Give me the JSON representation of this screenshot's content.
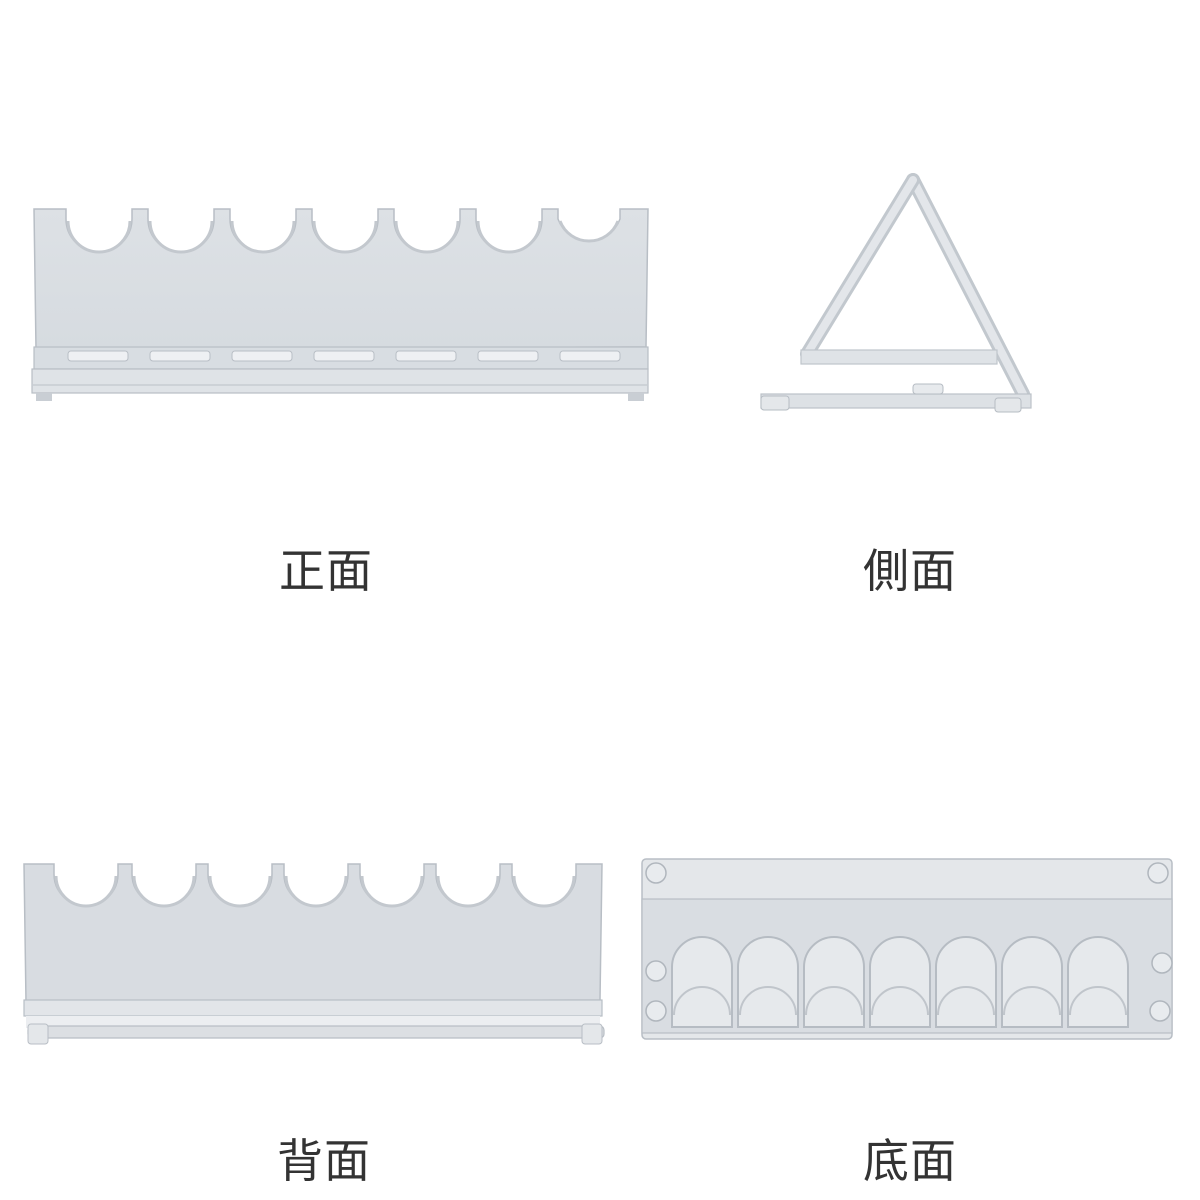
{
  "page": {
    "background": "#ffffff",
    "material_color": "#d9dde1",
    "edge_color": "#b9bfc6",
    "highlight_color": "#f2f4f6"
  },
  "views": [
    {
      "id": "front",
      "label": "正面",
      "slots": 7
    },
    {
      "id": "side",
      "label": "側面"
    },
    {
      "id": "back",
      "label": "背面",
      "slots": 7
    },
    {
      "id": "bottom",
      "label": "底面",
      "slots": 7
    }
  ]
}
